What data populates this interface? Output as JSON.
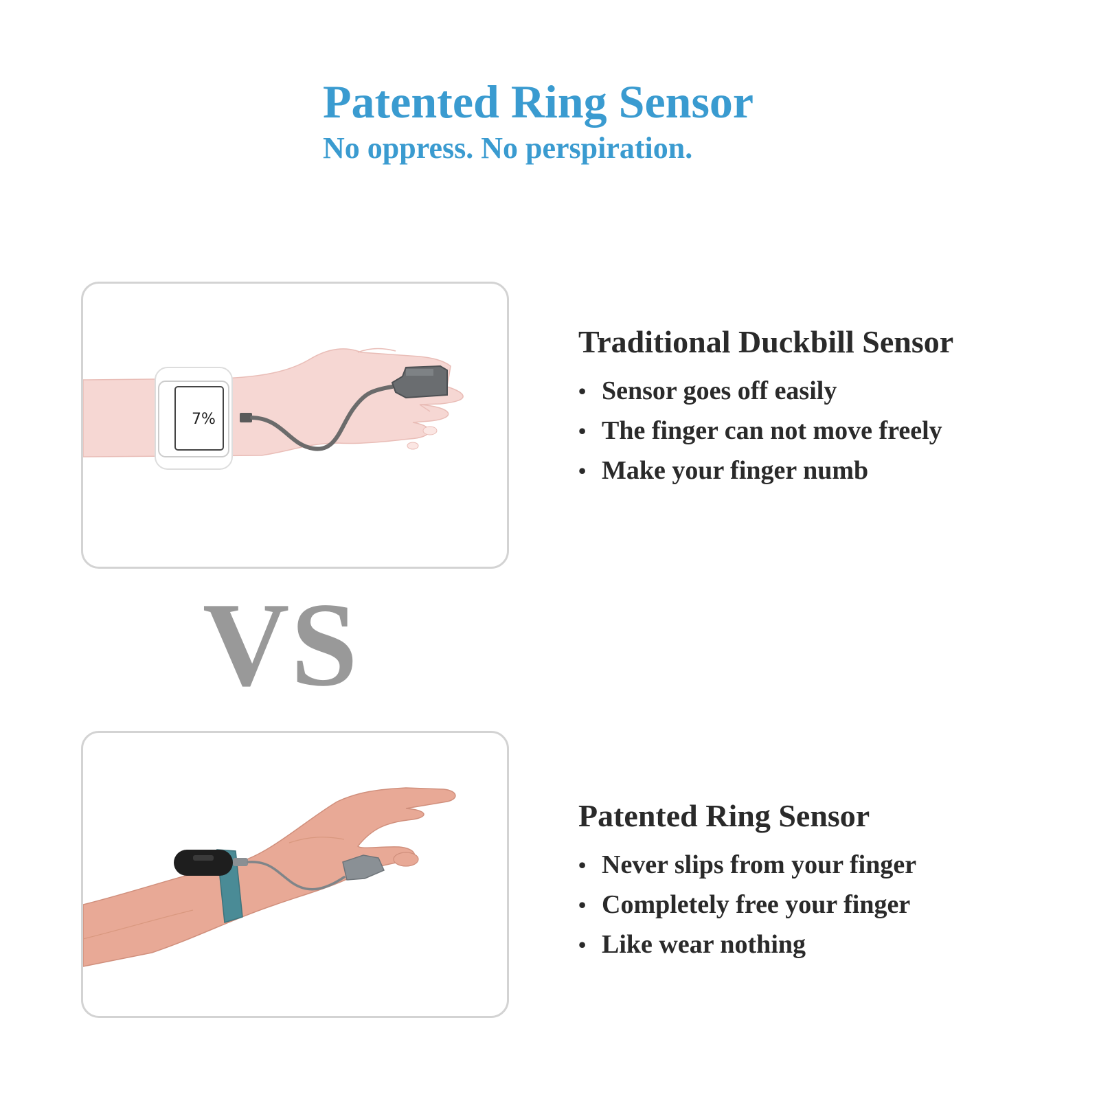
{
  "header": {
    "title": "Patented Ring Sensor",
    "subtitle": "No oppress. No perspiration."
  },
  "vs_label": "VS",
  "traditional": {
    "title": "Traditional Duckbill Sensor",
    "bullets": [
      "Sensor goes off easily",
      "The finger can not move freely",
      "Make your finger numb"
    ],
    "device_screen_text": "7%"
  },
  "ring": {
    "title": "Patented Ring Sensor",
    "bullets": [
      "Never slips from your finger",
      "Completely free your finger",
      "Like wear nothing"
    ]
  },
  "colors": {
    "accent": "#3a9bd0",
    "text": "#2a2a2a",
    "vs": "#999999",
    "panel_border": "#d3d3d3",
    "skin_illustration": "#f6d7d3",
    "strap": "#4a8b96"
  }
}
